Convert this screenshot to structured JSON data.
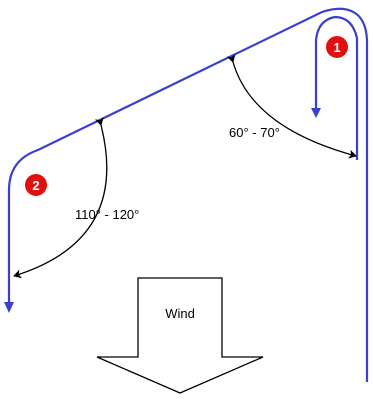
{
  "diagram": {
    "badges": [
      {
        "label": "1"
      },
      {
        "label": "2"
      }
    ],
    "angles": [
      {
        "label": "60° - 70°"
      },
      {
        "label": "110° - 120°"
      }
    ],
    "wind_label": "Wind",
    "colors": {
      "line": "#3a3fd0",
      "badge": "#e01010",
      "arrow": "#000000"
    }
  }
}
